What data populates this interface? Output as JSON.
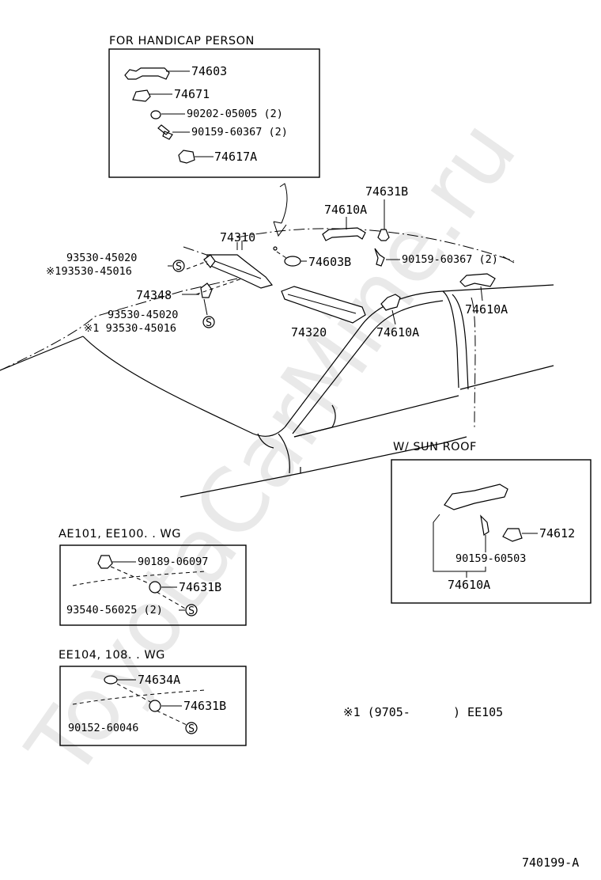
{
  "watermark": "ToyotaCarMine.ru",
  "handicap_box": {
    "title": "FOR HANDICAP PERSON",
    "labels": [
      "74603",
      "74671",
      "90202-05005 (2)",
      "90159-60367 (2)",
      "74617A"
    ]
  },
  "main": {
    "labels": {
      "p74631B": "74631B",
      "p74610A_top": "74610A",
      "p74310": "74310",
      "p74603B": "74603B",
      "p90159_60367": "90159-60367 (2)",
      "p93530_a": "93530-45020",
      "p193530_a": "※193530-45016",
      "p74348": "74348",
      "p93530_b": "93530-45020",
      "p193530_b": "※1 93530-45016",
      "p74320": "74320",
      "p74610A_mid": "74610A",
      "p74610A_right": "74610A"
    }
  },
  "sunroof_box": {
    "title": "W/ SUN ROOF",
    "labels": [
      "74612",
      "90159-60503",
      "74610A"
    ]
  },
  "ae101_box": {
    "title": "AE101, EE100. . WG",
    "labels": [
      "90189-06097",
      "74631B",
      "93540-56025 (2)"
    ]
  },
  "ee104_box": {
    "title": "EE104, 108. . WG",
    "labels": [
      "74634A",
      "74631B",
      "90152-60046"
    ]
  },
  "note": "※1 (9705-      ) EE105",
  "figure_id": "740199-A",
  "s_symbol": "S"
}
